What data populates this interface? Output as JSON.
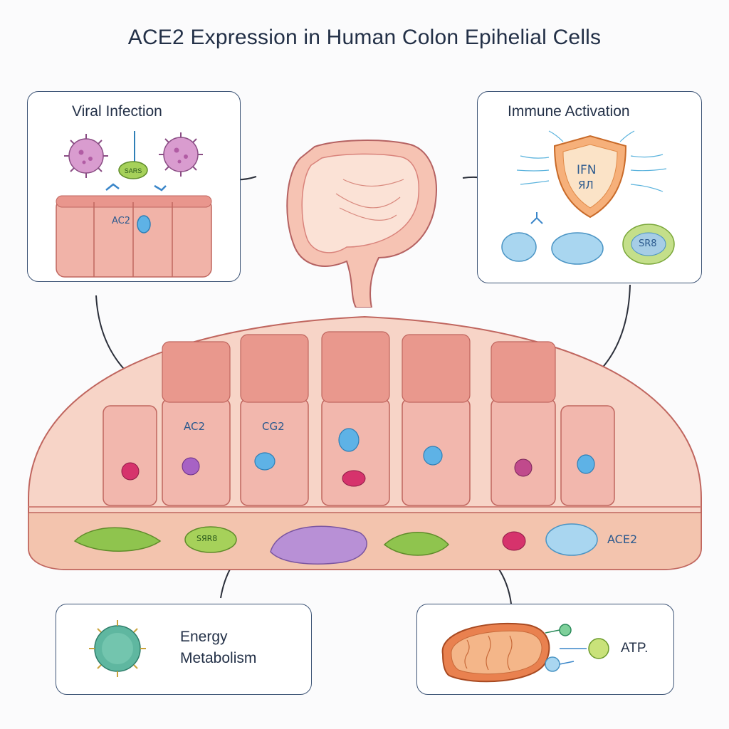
{
  "title": "ACE2 Expression in Human Colon Epihelial Cells",
  "panels": {
    "viral": {
      "title": "Viral Infection",
      "cell_label": "AC2"
    },
    "immune": {
      "title": "Immune Activation",
      "shield_line1": "IFN",
      "shield_line2": "ЯЛ",
      "cell_label": "SR8"
    },
    "energy": {
      "title_line1": "Energy",
      "title_line2": "Metabolism"
    },
    "atp": {
      "label": "ATP."
    }
  },
  "tissue": {
    "cell_labels": [
      "AC2",
      "CG2"
    ],
    "stroma_labels": [
      "SЯR8",
      "ACE2"
    ]
  },
  "colors": {
    "outline": "#3d5476",
    "tissue": "#f3b8a6",
    "cell": "#f2b7ad",
    "virus": "#c98bbf",
    "receptor": "#5eb2e6",
    "immune_cell": "#a9d6f0",
    "green_cell": "#8fc44e",
    "shield": "#f6a35c"
  }
}
